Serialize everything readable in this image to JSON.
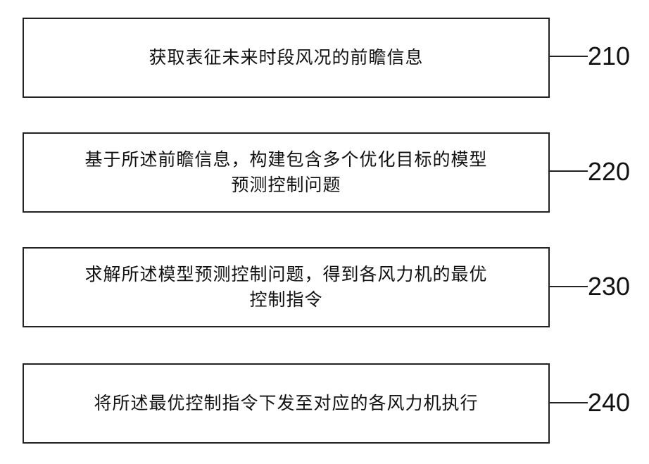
{
  "steps": [
    {
      "number": "210",
      "text": "获取表征未来时段风况的前瞻信息"
    },
    {
      "number": "220",
      "line1": "基于所述前瞻信息，构建包含多个优化目标的模型",
      "line2": "预测控制问题"
    },
    {
      "number": "230",
      "line1": "求解所述模型预测控制问题，得到各风力机的最优",
      "line2": "控制指令"
    },
    {
      "number": "240",
      "text": "将所述最优控制指令下发至对应的各风力机执行"
    }
  ]
}
